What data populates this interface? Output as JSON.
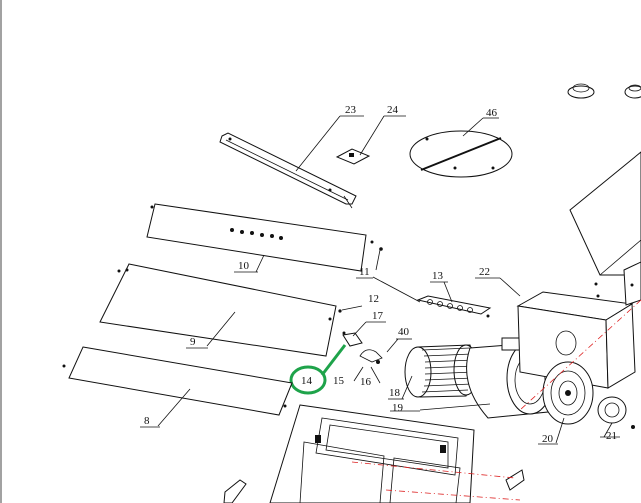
{
  "diagram": {
    "part_labels": [
      "23",
      "24",
      "46",
      "10",
      "11",
      "13",
      "22",
      "12",
      "9",
      "17",
      "40",
      "14",
      "15",
      "16",
      "18",
      "19",
      "8",
      "20",
      "21"
    ],
    "highlighted_part": "14",
    "highlight_color": "#1ea34a",
    "axis_color": "#d22222"
  }
}
